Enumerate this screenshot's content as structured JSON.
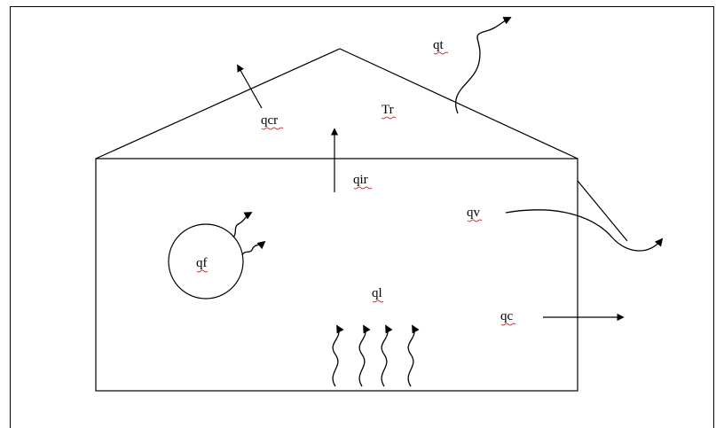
{
  "labels": {
    "qt": "qt",
    "tr": "Tr",
    "qcr": "qcr",
    "qir": "qir",
    "qv": "qv",
    "qf": "qf",
    "ql": "ql",
    "qc": "qc"
  }
}
